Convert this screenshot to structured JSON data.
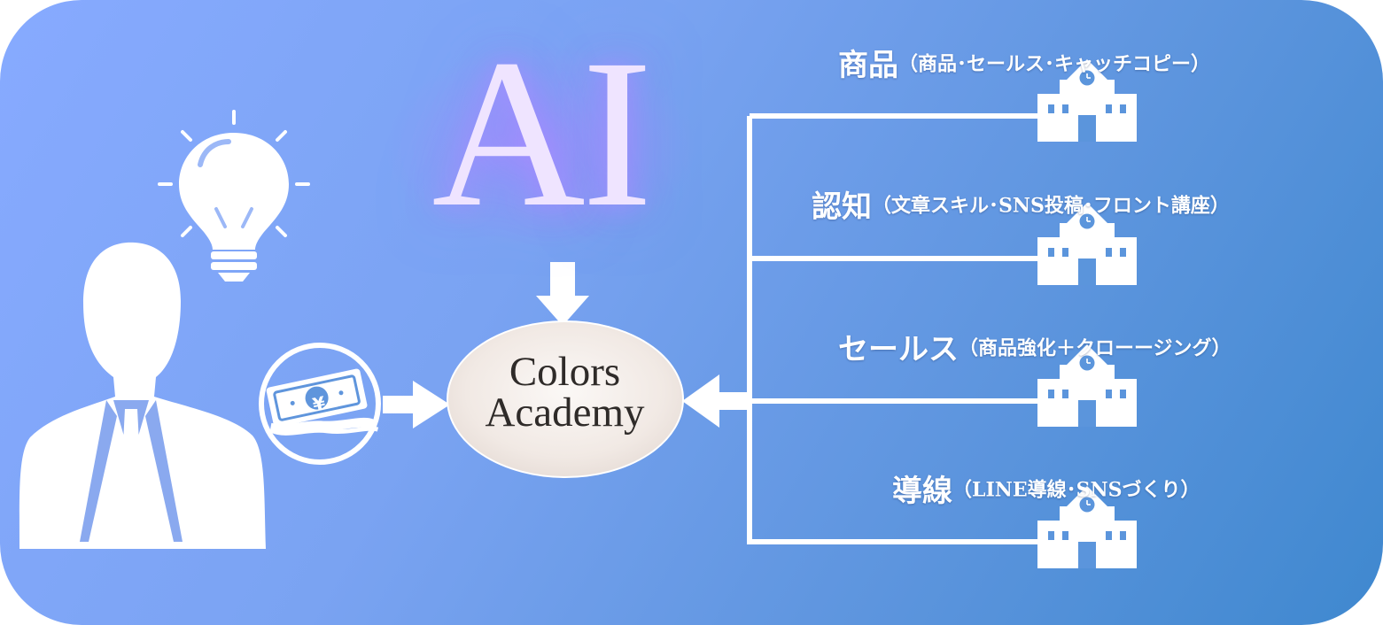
{
  "ai_title": "AI",
  "hub": {
    "line1": "Colors",
    "line2": "Academy"
  },
  "yen_symbol": "¥",
  "categories": [
    {
      "name": "商品",
      "detail": "（商品･セールス･キャッチコピー）"
    },
    {
      "name": "認知",
      "detail": "（文章スキル･SNS投稿･フロント講座）"
    },
    {
      "name": "セールス",
      "detail": "（商品強化＋クローージング）"
    },
    {
      "name": "導線",
      "detail": "（LINE導線･SNSづくり）"
    }
  ],
  "icons": {
    "person": "businessman-silhouette-icon",
    "idea": "lightbulb-icon",
    "money": "money-bundle-icon",
    "school": "school-building-icon"
  },
  "colors": {
    "background_start": "#87aaff",
    "background_end": "#3f88cf",
    "hub_fill": "#f2ebe6",
    "ai_glow": "#a98cff",
    "icon_white": "#ffffff"
  }
}
